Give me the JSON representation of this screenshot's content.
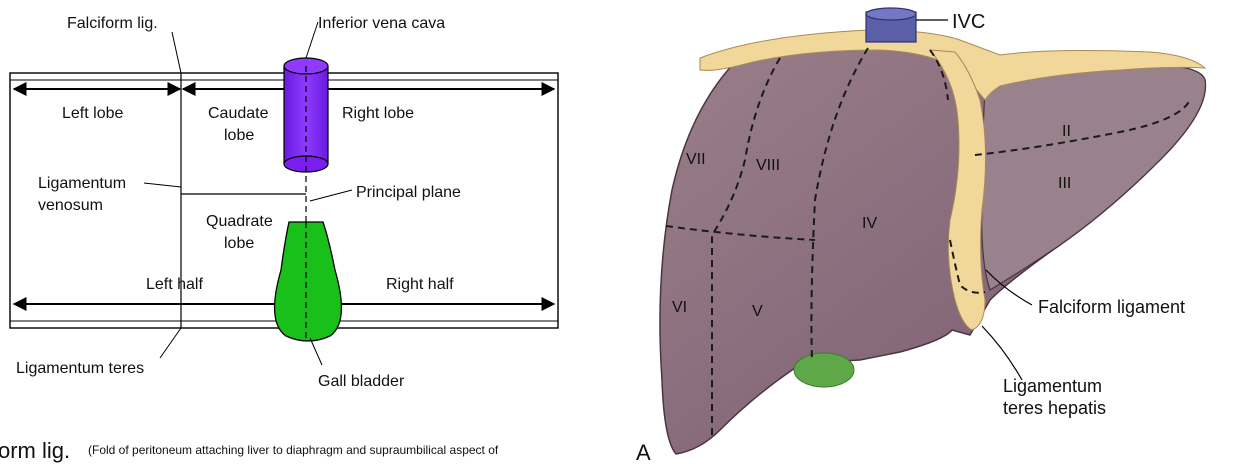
{
  "left_diagram": {
    "labels": {
      "falciform": "Falciform lig.",
      "ivc": "Inferior vena cava",
      "left_lobe": "Left lobe",
      "caudate_1": "Caudate",
      "caudate_2": "lobe",
      "right_lobe": "Right lobe",
      "lig_venosum_1": "Ligamentum",
      "lig_venosum_2": "venosum",
      "principal_plane": "Principal plane",
      "quadrate_1": "Quadrate",
      "quadrate_2": "lobe",
      "left_half": "Left half",
      "right_half": "Right half",
      "lig_teres": "Ligamentum teres",
      "gall_bladder": "Gall bladder"
    },
    "colors": {
      "ivc": "#7a1df0",
      "gall_bladder": "#19c019"
    }
  },
  "caption": {
    "big": "orm lig.",
    "small": "(Fold of peritoneum attaching liver to diaphragm and supraumbilical aspect of"
  },
  "right_diagram": {
    "figure_letter": "A",
    "labels": {
      "ivc": "IVC",
      "falciform": "Falciform ligament",
      "lig_teres_1": "Ligamentum",
      "lig_teres_2": "teres hepatis"
    },
    "segments": [
      "II",
      "III",
      "IV",
      "V",
      "VI",
      "VII",
      "VIII"
    ],
    "colors": {
      "liver": "#8a6e78",
      "ligament": "#f2d79b",
      "ivc": "#5b5fa8",
      "gall_bladder": "#5fa84a"
    }
  }
}
